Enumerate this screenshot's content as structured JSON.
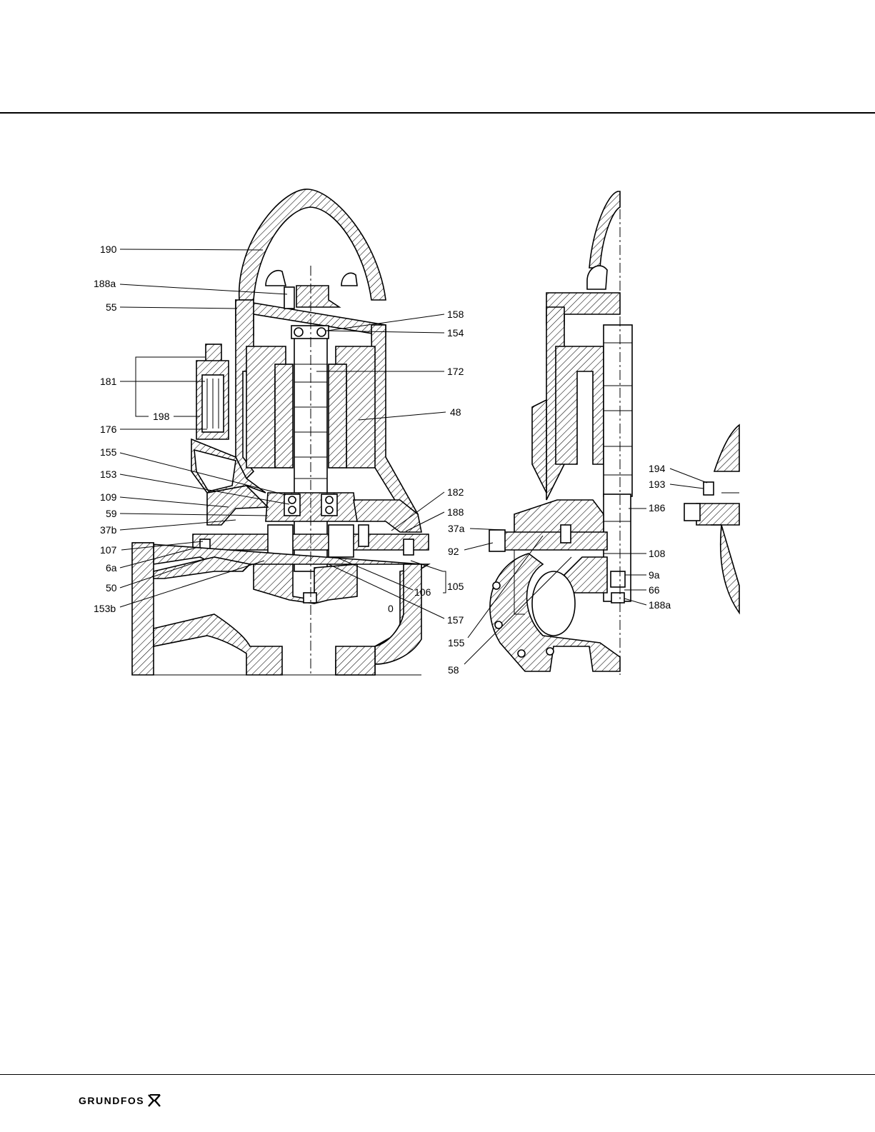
{
  "left_view_labels": [
    "190",
    "188a",
    "55",
    "181",
    "198",
    "176",
    "155",
    "153",
    "109",
    "59",
    "37b",
    "107",
    "6a",
    "50",
    "153b"
  ],
  "left_view_right_labels": [
    "158",
    "154",
    "172",
    "48",
    "182",
    "188",
    "105",
    "106",
    "157"
  ],
  "left_view_inner_label": "0",
  "right_view_labels": [
    "37a",
    "92",
    "155",
    "58",
    "186",
    "108",
    "9a",
    "66",
    "188a"
  ],
  "detail_view_labels": [
    "194",
    "193"
  ],
  "footer": {
    "brand": "GRUNDFOS"
  }
}
